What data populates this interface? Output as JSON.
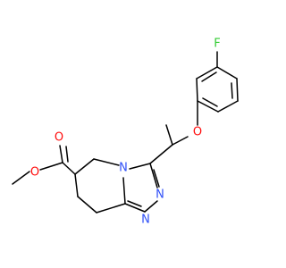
{
  "molecule": {
    "atoms": [
      {
        "label": "F",
        "color": "#33cc33"
      },
      {
        "label": "O",
        "color": "#ff0d0d"
      },
      {
        "label": "N",
        "color": "#3050f8"
      },
      {
        "label": "N",
        "color": "#3050f8"
      },
      {
        "label": "N",
        "color": "#3050f8"
      },
      {
        "label": "O",
        "color": "#ff0d0d"
      },
      {
        "label": "O",
        "color": "#ff0d0d"
      }
    ],
    "bond_color": "#000000",
    "background": "#ffffff"
  }
}
